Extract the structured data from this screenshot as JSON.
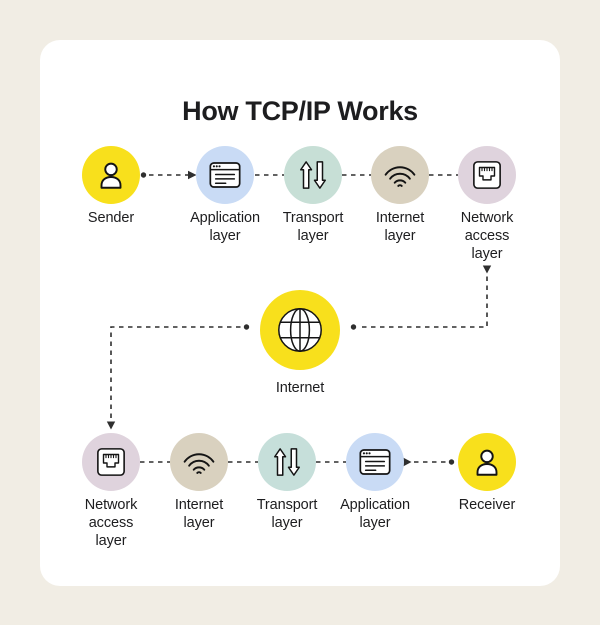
{
  "title": "How TCP/IP Works",
  "colors": {
    "page_background": "#F1EDE4",
    "card_background": "#FFFFFF",
    "connector": "#2F2F2F",
    "text": "#1D1D1F",
    "accent_yellow": "#F8E01C",
    "layer_blue": "#C9DBF5",
    "layer_teal": "#C7DFD6",
    "layer_tan": "#D9D1BF",
    "layer_mauve": "#DFD3DD"
  },
  "top_row": {
    "nodes": [
      {
        "id": "sender",
        "label": "Sender",
        "icon": "person-icon",
        "color": "#F8E01C"
      },
      {
        "id": "application-layer",
        "label": "Application\nlayer",
        "icon": "browser-window-icon",
        "color": "#C9DBF5"
      },
      {
        "id": "transport-layer",
        "label": "Transport\nlayer",
        "icon": "arrows-up-down-icon",
        "color": "#C7DFD6"
      },
      {
        "id": "internet-layer",
        "label": "Internet\nlayer",
        "icon": "wifi-icon",
        "color": "#D9D1BF"
      },
      {
        "id": "network-access-layer",
        "label": "Network\naccess\nlayer",
        "icon": "ethernet-port-icon",
        "color": "#DFD3DD"
      }
    ]
  },
  "center": {
    "id": "internet",
    "label": "Internet",
    "icon": "globe-icon",
    "color": "#F8E01C"
  },
  "bottom_row": {
    "nodes": [
      {
        "id": "network-access-layer",
        "label": "Network\naccess\nlayer",
        "icon": "ethernet-port-icon",
        "color": "#DFD3DD"
      },
      {
        "id": "internet-layer",
        "label": "Internet\nlayer",
        "icon": "wifi-icon",
        "color": "#D9D1BF"
      },
      {
        "id": "transport-layer",
        "label": "Transport\nlayer",
        "icon": "arrows-up-down-icon",
        "color": "#C6DFDA"
      },
      {
        "id": "application-layer",
        "label": "Application\nlayer",
        "icon": "browser-window-icon",
        "color": "#C9DBF5"
      },
      {
        "id": "receiver",
        "label": "Receiver",
        "icon": "person-icon",
        "color": "#F8E01C"
      }
    ]
  }
}
